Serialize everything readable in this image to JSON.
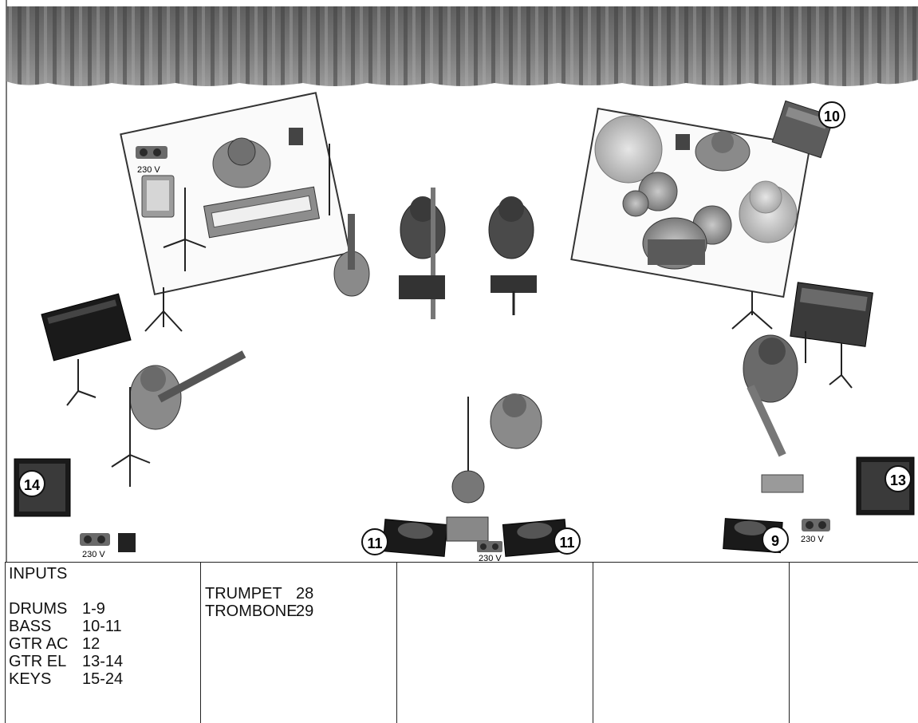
{
  "stage": {
    "power_label": "230 V",
    "monitors": {
      "left_center": "11",
      "right_center": "11",
      "right": "9"
    },
    "amps": {
      "bass_amp": "10",
      "side_fill_left": "14",
      "side_fill_right": "13"
    }
  },
  "inputs": {
    "heading": "INPUTS",
    "groups": [
      {
        "name": "DRUMS",
        "channels": "1-9"
      },
      {
        "name": "BASS",
        "channels": "10-11"
      },
      {
        "name": "GTR AC",
        "channels": "12"
      },
      {
        "name": "GTR EL",
        "channels": "13-14"
      },
      {
        "name": "KEYS",
        "channels": "15-24"
      }
    ],
    "horns": [
      {
        "name": "TRUMPET",
        "channels": "28"
      },
      {
        "name": "TROMBONE",
        "channels": "29"
      }
    ]
  },
  "colors": {
    "curtain": "#6e6e6e",
    "riser_border": "#333333",
    "speaker": "#1c1c1c",
    "musician": "#8a8a8a"
  }
}
